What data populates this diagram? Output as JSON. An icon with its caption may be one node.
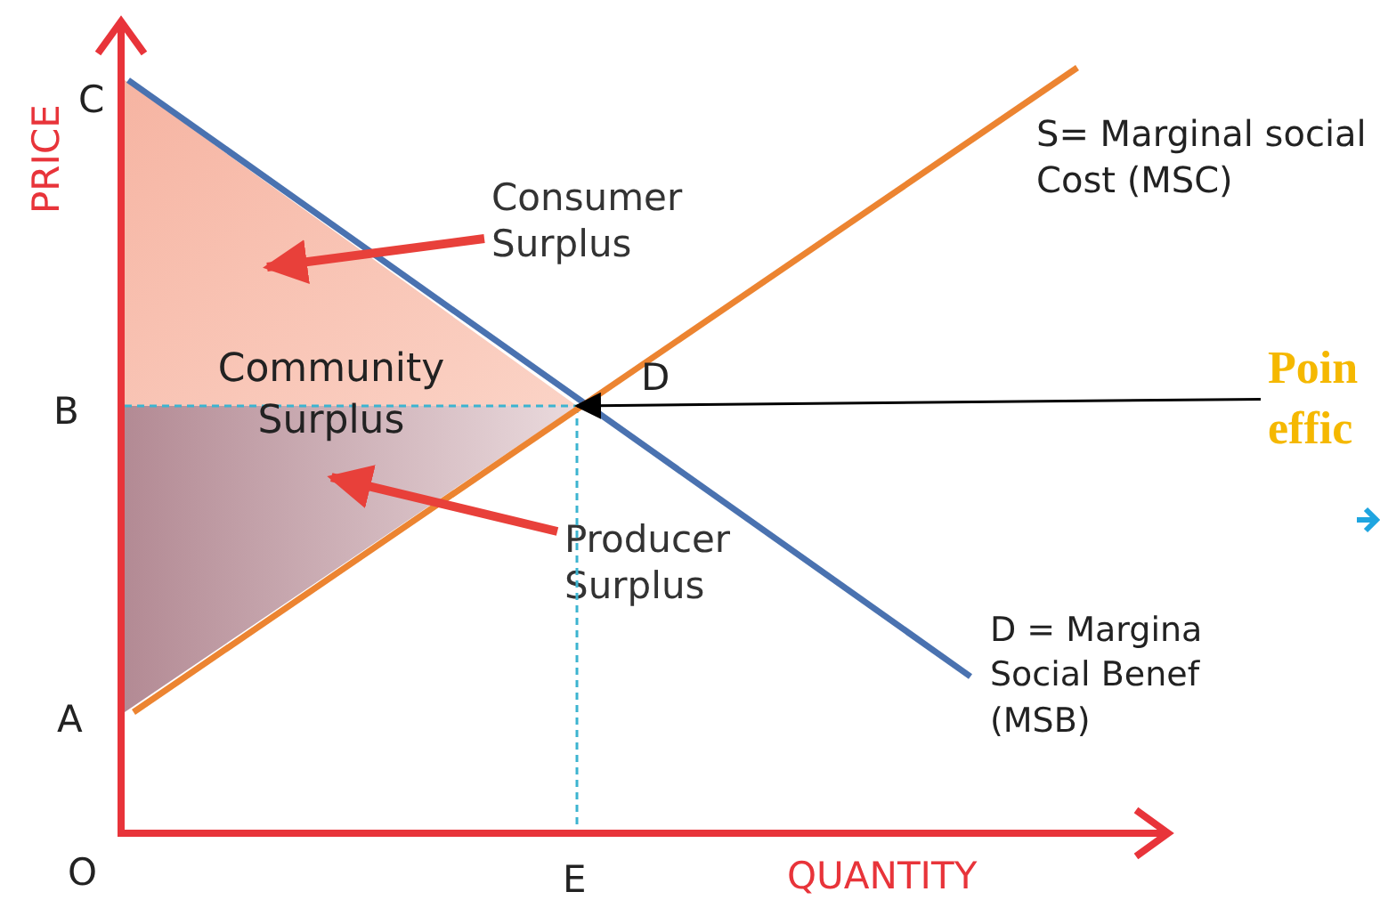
{
  "diagram": {
    "nodes": [
      {
        "text": [],
        "shape": "triangle"
      },
      {
        "text": [],
        "shape": "triangle"
      },
      {
        "text": [
          "Consumer Surplus"
        ]
      },
      {
        "text": [
          "Producer Surplus"
        ]
      },
      {
        "text": [
          "Poin effic"
        ]
      }
    ],
    "edges": [
      {
        "from": 2,
        "to": 0,
        "arrow": "to"
      },
      {
        "from": 3,
        "to": 1,
        "arrow": "to"
      },
      {
        "from": 4,
        "to": 1,
        "arrow": "to",
        "color": "#000000"
      }
    ],
    "labels": [
      "C",
      "S= Marginal social Cost (MSC)",
      "PRICE",
      "Community Surplus",
      "B",
      "D",
      "A",
      "D = Margina Social Benef (MSB)",
      "O",
      "E",
      "QUANTITY"
    ]
  }
}
